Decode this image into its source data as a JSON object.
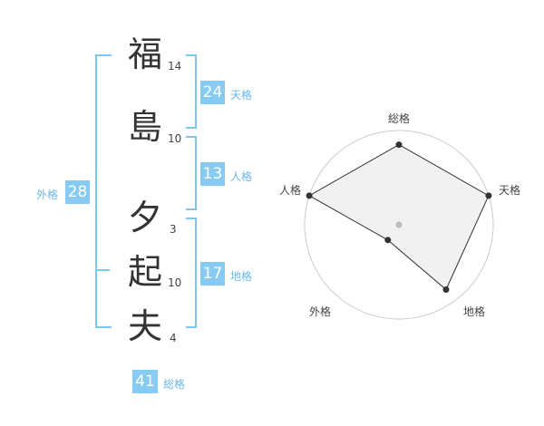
{
  "name": {
    "chars": [
      {
        "char": "福",
        "strokes": "14"
      },
      {
        "char": "島",
        "strokes": "10"
      },
      {
        "char": "夕",
        "strokes": "3"
      },
      {
        "char": "起",
        "strokes": "10"
      },
      {
        "char": "夫",
        "strokes": "4"
      }
    ]
  },
  "fortunes": {
    "tenkaku": {
      "value": "24",
      "label": "天格"
    },
    "jinkaku": {
      "value": "13",
      "label": "人格"
    },
    "chikaku": {
      "value": "17",
      "label": "地格"
    },
    "gaikaku": {
      "value": "28",
      "label": "外格"
    },
    "soukaku": {
      "value": "41",
      "label": "総格"
    }
  },
  "radar": {
    "labels": {
      "top": "総格",
      "right": "天格",
      "bottom_right": "地格",
      "bottom_left": "外格",
      "left": "人格"
    },
    "levels": 5,
    "values": {
      "top": 0.85,
      "right": 1.0,
      "bottom_right": 0.85,
      "bottom_left": 0.2,
      "left": 1.0
    },
    "colors": {
      "fill": "#eeeeee",
      "stroke": "#333333",
      "grid": "#cccccc",
      "center": "#bbbbbb"
    }
  }
}
